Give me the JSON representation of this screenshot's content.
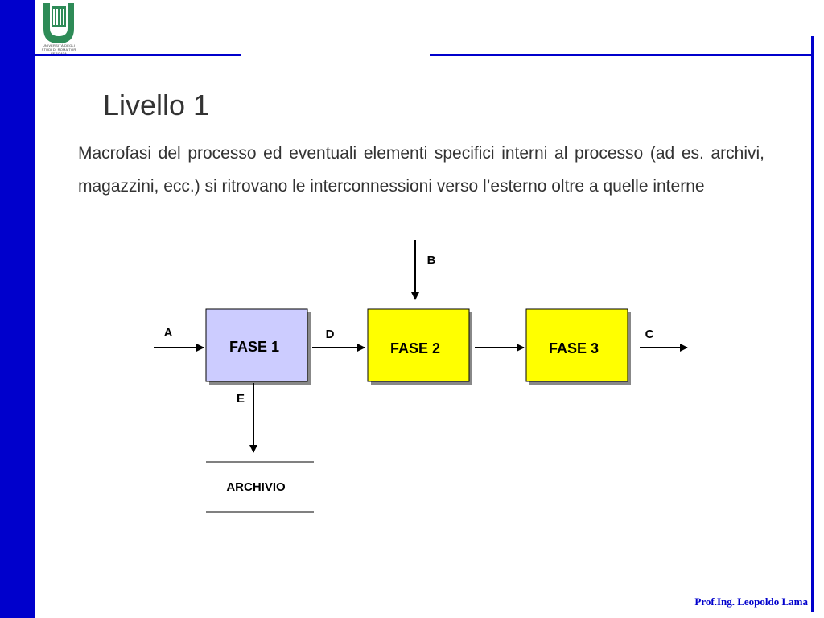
{
  "slide": {
    "title": "Livello 1",
    "body": "Macrofasi del processo ed eventuali elementi specifici interni al processo (ad es. archivi, magazzini, ecc.) si ritrovano le interconnessioni verso l’esterno oltre a quelle interne",
    "footer": "Prof.Ing. Leopoldo Lama",
    "logo_caption": "UNIVERSITÀ DEGLI STUDI DI ROMA TOR VERGATA"
  },
  "diagram": {
    "nodes": {
      "fase1": "FASE 1",
      "fase2": "FASE 2",
      "fase3": "FASE 3",
      "archivio": "ARCHIVIO"
    },
    "flows": {
      "a": "A",
      "b": "B",
      "c": "C",
      "d": "D",
      "e": "E"
    }
  },
  "colors": {
    "accent": "#0000cc",
    "fase1_fill": "#ccccff",
    "fase2_fill": "#ffff00",
    "fase3_fill": "#ffff00"
  }
}
